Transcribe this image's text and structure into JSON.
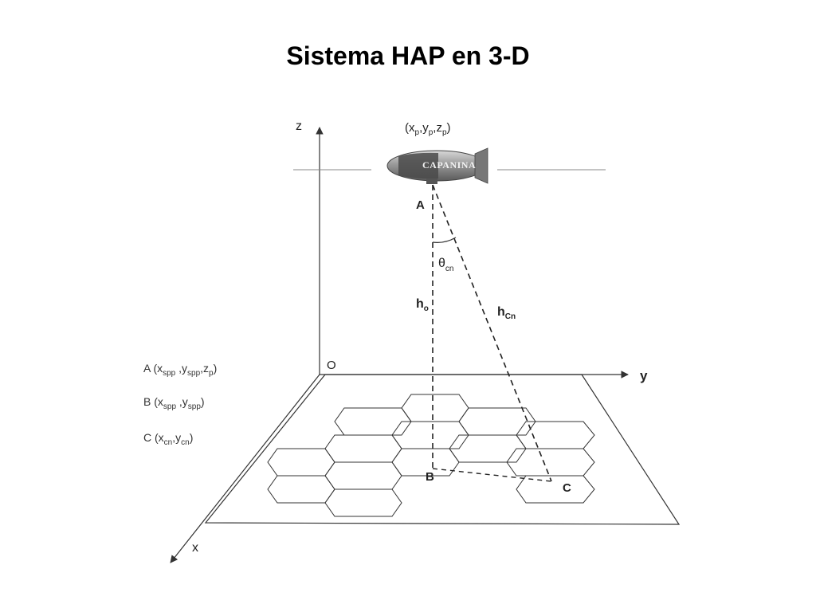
{
  "title": "Sistema HAP en 3-D",
  "axes": {
    "z": "z",
    "y": "y",
    "x": "x",
    "origin": "O"
  },
  "platform": {
    "coord_main": [
      "(x",
      ",y",
      ",z",
      ")"
    ],
    "coord_sub": [
      "p",
      "p",
      "p"
    ],
    "logo_text": "CAPANINA"
  },
  "points": {
    "a": "A",
    "b": "B",
    "c": "C",
    "theta": "θ",
    "theta_sub": "cn",
    "h0": "h",
    "h0_sub": "o",
    "hcn": "h",
    "hcn_sub": "Cn"
  },
  "legend": {
    "a": {
      "label": "A (x",
      "s1": "spp",
      "m1": " ,y",
      "s2": "spp",
      "m2": ",z",
      "s3": "p",
      "end": ")"
    },
    "b": {
      "label": "B (x",
      "s1": "spp",
      "m1": " ,y",
      "s2": "spp",
      "end": ")"
    },
    "c": {
      "label": "C (x",
      "s1": "cn",
      "m1": ",y",
      "s2": "cn",
      "end": ")"
    }
  },
  "colors": {
    "lines": "#333333",
    "airship_body": "#8a8a8a",
    "airship_band": "#4a4a4a"
  }
}
